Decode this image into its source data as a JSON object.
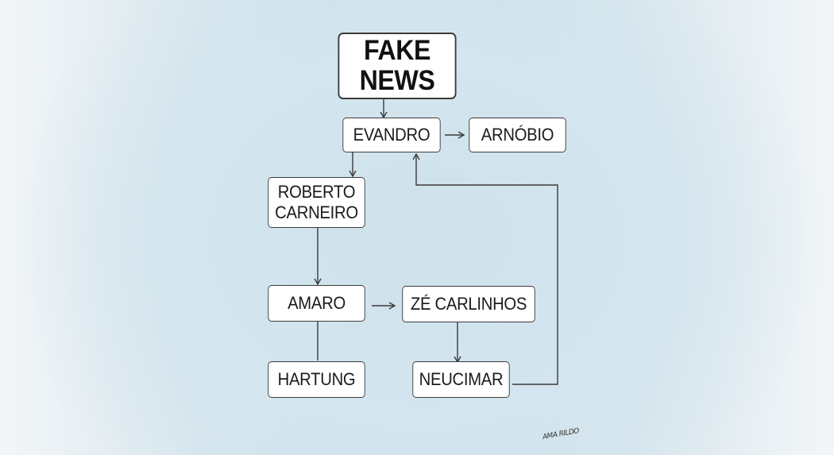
{
  "diagram": {
    "nodes": {
      "fake_news": "FAKE\nNEWS",
      "evandro": "EVANDRO",
      "arnobio": "ARNÓBIO",
      "roberto_carneiro": "ROBERTO\nCARNEIRO",
      "amaro": "AMARO",
      "ze_carlinhos": "ZÉ CARLINHOS",
      "hartung": "HARTUNG",
      "neucimar": "NEUCIMAR"
    },
    "edges": [
      {
        "from": "FAKE NEWS",
        "to": "EVANDRO"
      },
      {
        "from": "EVANDRO",
        "to": "ARNÓBIO"
      },
      {
        "from": "EVANDRO",
        "to": "ROBERTO CARNEIRO"
      },
      {
        "from": "ROBERTO CARNEIRO",
        "to": "AMARO"
      },
      {
        "from": "AMARO",
        "to": "ZÉ CARLINHOS"
      },
      {
        "from": "HARTUNG",
        "to": "AMARO"
      },
      {
        "from": "ZÉ CARLINHOS",
        "to": "NEUCIMAR"
      },
      {
        "from": "NEUCIMAR",
        "to": "EVANDRO"
      }
    ]
  },
  "signature": "AMA RILDO",
  "colors": {
    "background": "#cde1eb",
    "box_fill": "#ffffff",
    "line": "#3a3a3a"
  }
}
